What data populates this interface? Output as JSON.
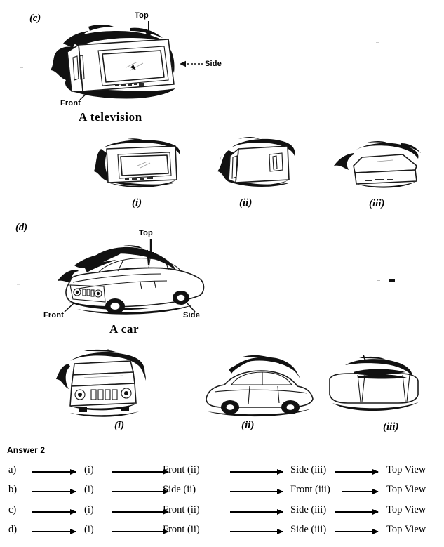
{
  "page": {
    "background_color": "#ffffff",
    "ink_color": "#000000"
  },
  "sections": [
    {
      "letter": "(c)",
      "object_caption": "A television",
      "callouts": [
        {
          "label": "Top",
          "direction": "down"
        },
        {
          "label": "Side",
          "direction": "left"
        },
        {
          "label": "Front",
          "direction": "up-right"
        }
      ],
      "views": [
        {
          "label": "(i)",
          "view_name": "front-view"
        },
        {
          "label": "(ii)",
          "view_name": "side-view"
        },
        {
          "label": "(iii)",
          "view_name": "top-view"
        }
      ]
    },
    {
      "letter": "(d)",
      "object_caption": "A car",
      "callouts": [
        {
          "label": "Top",
          "direction": "down"
        },
        {
          "label": "Front",
          "direction": "up-right"
        },
        {
          "label": "Side",
          "direction": "up-left"
        }
      ],
      "views": [
        {
          "label": "(i)",
          "view_name": "front-view"
        },
        {
          "label": "(ii)",
          "view_name": "side-view"
        },
        {
          "label": "(iii)",
          "view_name": "top-view"
        }
      ]
    }
  ],
  "answer": {
    "heading": "Answer 2",
    "rows": [
      {
        "option": "a)",
        "first": "(i)",
        "second": "Front  (ii)",
        "third": "Side (iii)",
        "fourth": "Top View"
      },
      {
        "option": "b)",
        "first": "(i)",
        "second": "Side  (ii)",
        "third": "Front (iii)",
        "fourth": "Top View"
      },
      {
        "option": "c)",
        "first": "(i)",
        "second": "Front  (ii)",
        "third": "Side (iii)",
        "fourth": "Top View"
      },
      {
        "option": "d)",
        "first": "(i)",
        "second": "Front  (ii)",
        "third": "Side (iii)",
        "fourth": "Top View"
      }
    ]
  }
}
